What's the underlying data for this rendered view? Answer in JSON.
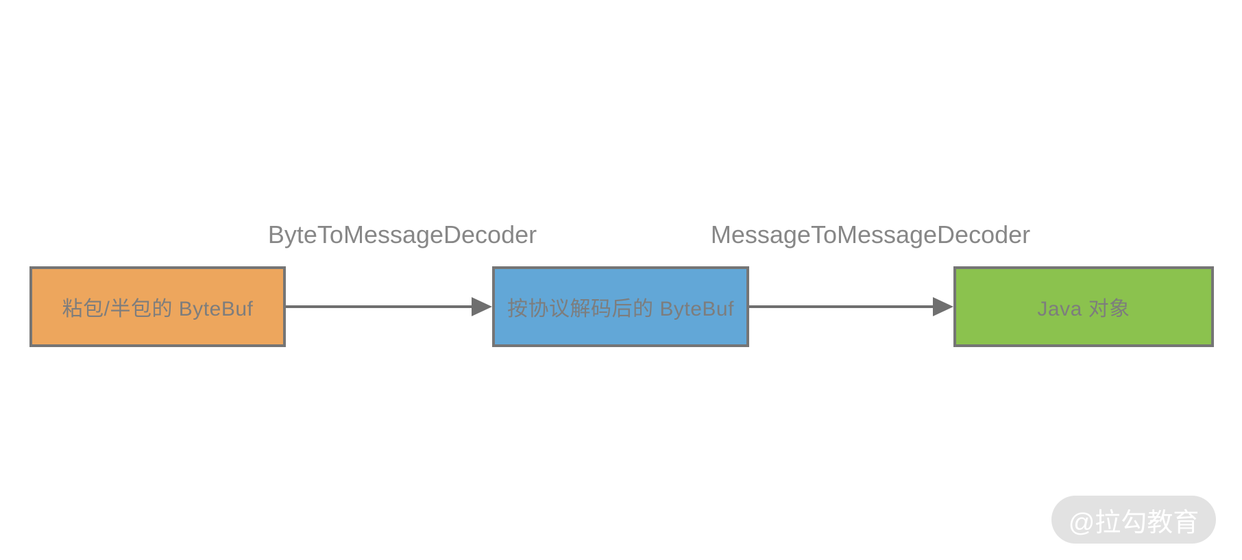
{
  "diagram": {
    "nodes": [
      {
        "id": "sticky-half-packet-bytebuf",
        "label": "粘包/半包的 ByteBuf",
        "fill": "#EDA65D"
      },
      {
        "id": "decoded-bytebuf",
        "label": "按协议解码后的 ByteBuf",
        "fill": "#62A7D7"
      },
      {
        "id": "java-object",
        "label": "Java 对象",
        "fill": "#8BC24E"
      }
    ],
    "edges": [
      {
        "from": "sticky-half-packet-bytebuf",
        "to": "decoded-bytebuf",
        "label": "ByteToMessageDecoder"
      },
      {
        "from": "decoded-bytebuf",
        "to": "java-object",
        "label": "MessageToMessageDecoder"
      }
    ],
    "colors": {
      "node_border": "#757575",
      "node_text": "#7D7D7D",
      "edge_label_text": "#878787",
      "arrow": "#6F6F6F",
      "background": "#FFFFFF"
    }
  },
  "watermark": {
    "text": "@拉勾教育",
    "background": "#E2E2E2",
    "text_color": "#FFFFFF"
  }
}
